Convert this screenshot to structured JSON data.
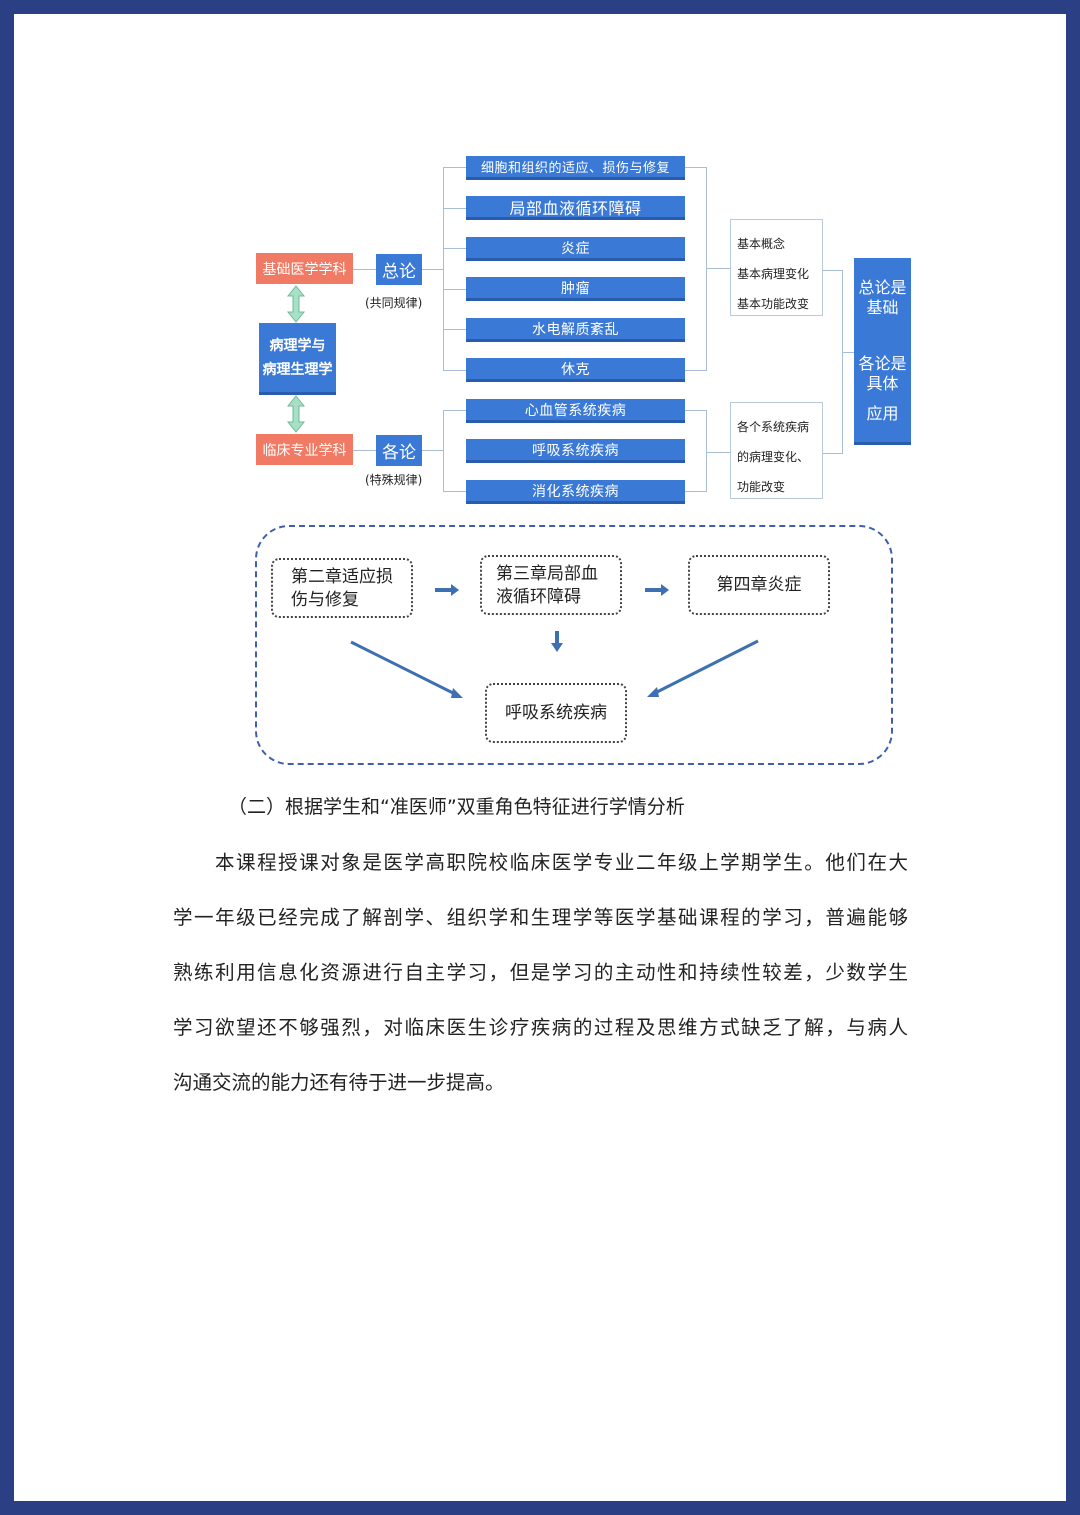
{
  "diagram": {
    "subjects": {
      "basic": "基础医学学科",
      "core_line1": "病理学与",
      "core_line2": "病理生理学",
      "clinical": "临床专业学科"
    },
    "general": {
      "label": "总论",
      "note": "(共同规律)"
    },
    "specific": {
      "label": "各论",
      "note": "(特殊规律)"
    },
    "general_topics": [
      "细胞和组织的适应、损伤与修复",
      "局部血液循环障碍",
      "炎症",
      "肿瘤",
      "水电解质紊乱",
      "休克"
    ],
    "specific_topics": [
      "心血管系统疾病",
      "呼吸系统疾病",
      "消化系统疾病"
    ],
    "general_content": [
      "基本概念",
      "基本病理变化",
      "基本功能改变"
    ],
    "specific_content": [
      "各个系统疾病",
      "的病理变化、",
      "功能改变"
    ],
    "summary": {
      "line1": "总论是",
      "line2": "基础",
      "line3": "各论是",
      "line4": "具体",
      "line5": "应用"
    }
  },
  "flow": {
    "chapter2_line1": "第二章适应损",
    "chapter2_line2": "伤与修复",
    "chapter3_line1": "第三章局部血",
    "chapter3_line2": "液循环障碍",
    "chapter4": "第四章炎症",
    "target": "呼吸系统疾病",
    "colors": {
      "dashed_border": "#3d5fad",
      "arrow": "#3d6fb3"
    }
  },
  "text": {
    "heading": "（二）根据学生和“准医师”双重角色特征进行学情分析",
    "lines": [
      "本课程授课对象是医学高职院校临床医学专业二年级上学期学生。他们在大",
      "学一年级已经完成了解剖学、组织学和生理学等医学基础课程的学习，普遍能够",
      "熟练利用信息化资源进行自主学习，但是学习的主动性和持续性较差，少数学生",
      "学习欲望还不够强烈，对临床医生诊疗疾病的过程及思维方式缺乏了解，与病人",
      "沟通交流的能力还有待于进一步提高。"
    ]
  },
  "colors": {
    "frame": "#2b3f85",
    "primary_blue": "#3a79d6",
    "orange": "#f07a63",
    "arrow_green": "#8fd3b4"
  }
}
